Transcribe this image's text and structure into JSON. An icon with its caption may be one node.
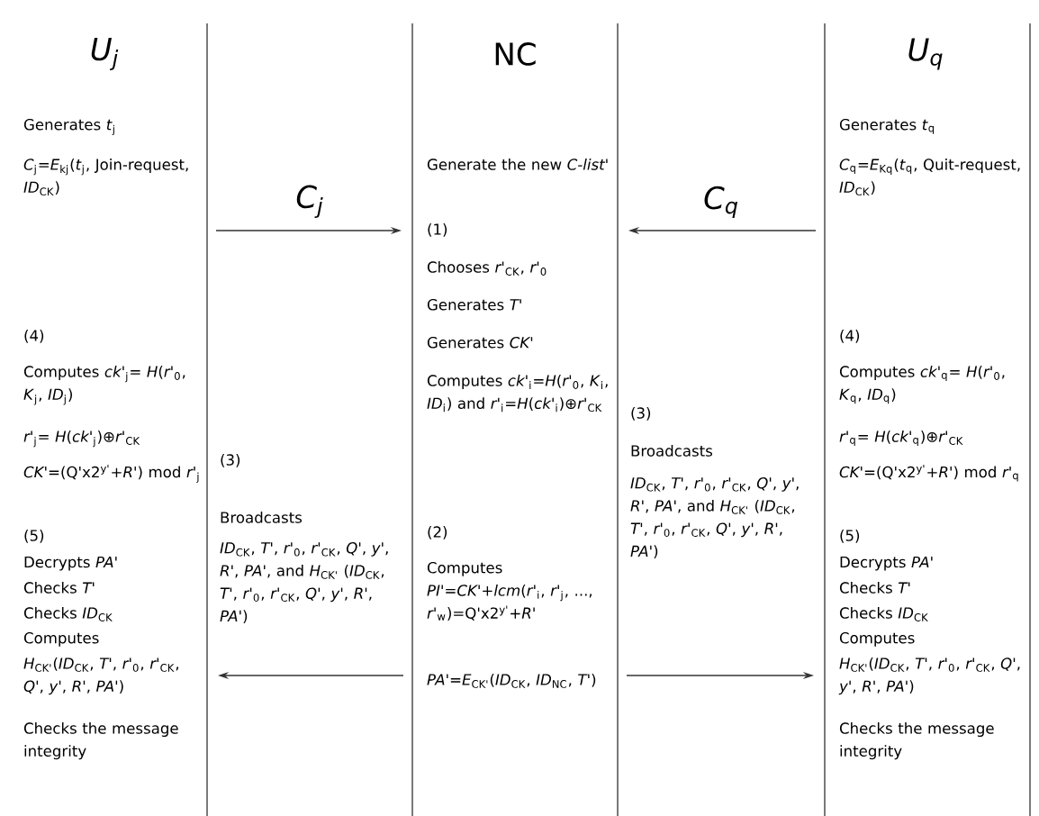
{
  "diagram": {
    "nodes": [
      {
        "text": [
          "U$_{j}$",
          "Generates *t*$_{j}$",
          "*C*$_{j}$=*E*$_{kj}$(*t*$_{j}$, Join-request, *ID*$_{CK}$)",
          "(4)",
          "Computes *ck'*$_{j}$= *H*(*r'*$_{0}$, *K*$_{j}$, *ID*$_{j}$)",
          "*r'*$_{j}$= *H*(*ck'*$_{j}$)⊕*r'*$_{CK}$",
          "*CK'*=(Q'x2$^{y'}$+*R'*) mod *r'*$_{j}$",
          "(5)",
          "Decrypts *PA'*",
          "Checks *T'*",
          "Checks *ID*$_{CK}$",
          "Computes",
          "*H*$_{CK'}$(*ID*$_{CK}$, *T'*, *r'*$_{0}$, *r'*$_{CK}$, *Q'*, *y'*, *R'*, *PA'*)",
          "Checks the message integrity"
        ]
      },
      {
        "text": [
          "NC",
          "Generate the new *C-list'*",
          "(1)",
          "Chooses *r'*$_{CK}$, *r'*$_{0}$",
          "Generates *T'*",
          "Generates *CK'*",
          "Computes *ck'*$_{i}$=*H*(*r'*$_{0}$, *K*$_{i}$, *ID*$_{i}$) and *r'*$_{i}$=*H*(*ck'*$_{i}$)⊕*r'*$_{CK}$",
          "(2)",
          "Computes *PI'*=*CK'*+*lcm*(*r'*$_{i}$, *r'*$_{j}$, ..., *r'*$_{w}$)=Q'x2$^{y'}$+*R'*",
          "*PA'*=*E*$_{CK'}$(*ID*$_{CK}$, *ID*$_{NC}$, *T'*)"
        ]
      },
      {
        "text": [
          "U$_{q}$",
          "Generates *t*$_{q}$",
          "*C*$_{q}$=*E*$_{Kq}$(*t*$_{q}$, Quit-request, *ID*$_{CK}$)",
          "(4)",
          "Computes *ck'*$_{q}$= *H*(*r'*$_{0}$, *K*$_{q}$, *ID*$_{q}$)",
          "*r'*$_{q}$= *H*(*ck'*$_{q}$)⊕*r'*$_{CK}$",
          "*CK'*=(Q'x2$^{y'}$+*R'*) mod *r'*$_{q}$",
          "(5)",
          "Decrypts *PA'*",
          "Checks *T'*",
          "Checks *ID*$_{CK}$",
          "Computes",
          "*H*$_{CK'}$(*ID*$_{CK}$, *T'*, *r'*$_{0}$, *r'*$_{CK}$, *Q'*, *y'*, *R'*, *PA'*)",
          "Checks the message integrity"
        ]
      }
    ],
    "edges": [
      {
        "from": 0,
        "to": 1,
        "arrow": "to",
        "label": "C$_{j}$"
      },
      {
        "from": 2,
        "to": 1,
        "arrow": "to",
        "label": "C$_{q}$"
      },
      {
        "from": 1,
        "to": 0,
        "arrow": "to"
      },
      {
        "from": 1,
        "to": 2,
        "arrow": "to"
      }
    ],
    "labels": [
      "(3)",
      "Broadcasts",
      "*ID*$_{CK}$, *T'*, *r'*$_{0}$, *r'*$_{CK}$, *Q'*, *y'*, *R'*, *PA'*, and *H*$_{CK'}$ (*ID*$_{CK}$, *T'*, *r'*$_{0}$, *r'*$_{CK}$, *Q'*, *y'*, *R'*, *PA'*)",
      "(3)",
      "Broadcasts",
      "*ID*$_{CK}$, *T'*, *r'*$_{0}$, *r'*$_{CK}$, *Q'*, *y'*, *R'*, *PA'*, and *H*$_{CK'}$ (*ID*$_{CK}$, *T'*, *r'*$_{0}$, *r'*$_{CK}$, *Q'*, *y'*, *R'*, *PA'*)"
    ]
  }
}
